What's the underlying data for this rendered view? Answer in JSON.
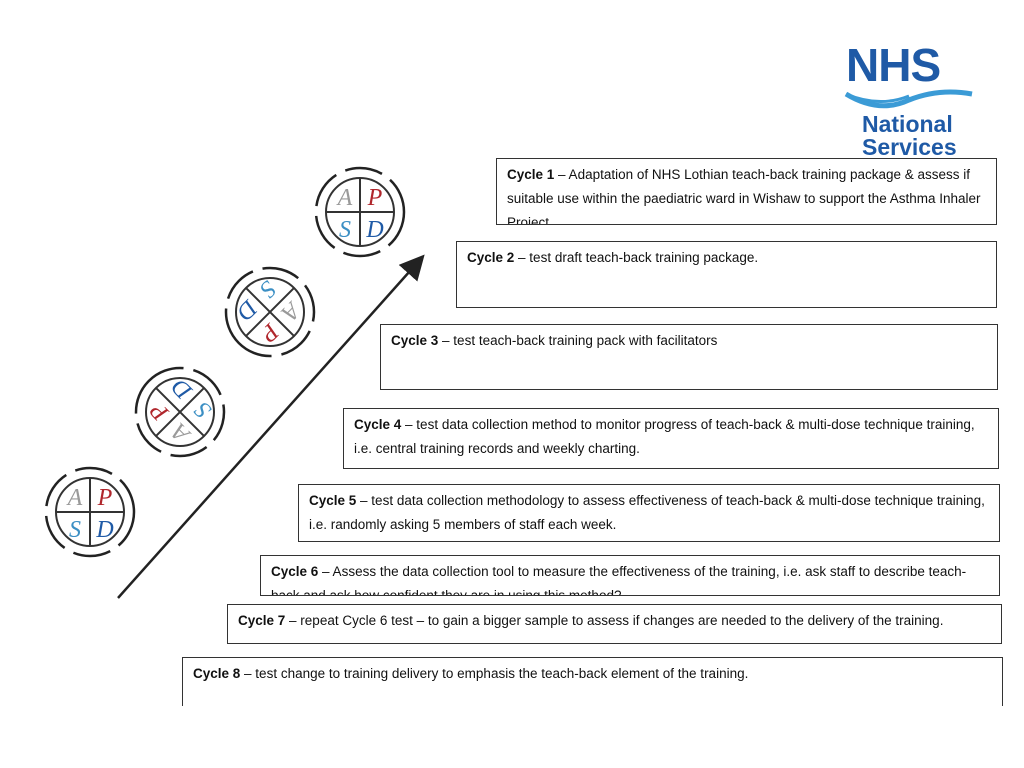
{
  "logo": {
    "line1": "NHS",
    "line2": "National",
    "line3": "Services"
  },
  "cycles": [
    {
      "label": "Cycle 8",
      "text": " – test change to training delivery to emphasis the teach-back element of the training."
    },
    {
      "label": "Cycle 7",
      "text": " – repeat Cycle 6 test – to gain a bigger sample to assess if changes are needed to the delivery of the training."
    },
    {
      "label": "Cycle 6",
      "text": " – Assess the data collection tool to measure the effectiveness of the training, i.e. ask staff to describe teach-back and ask how confident they are in using this method?"
    },
    {
      "label": "Cycle 5",
      "text": " – test data collection methodology to assess effectiveness of teach-back & multi-dose technique training, i.e. randomly asking 5 members of staff each week."
    },
    {
      "label": "Cycle 4",
      "text": " – test data collection method to monitor progress of teach-back & multi-dose technique training, i.e. central training records and weekly charting."
    },
    {
      "label": "Cycle 3",
      "text": " – test teach-back training pack with facilitators"
    },
    {
      "label": "Cycle 2",
      "text": " – test draft teach-back training package."
    },
    {
      "label": "Cycle 1",
      "text": " – Adaptation of NHS Lothian teach-back training package & assess if suitable use within the paediatric ward in Wishaw to support the Asthma Inhaler Project."
    }
  ],
  "pdsa": {
    "a": "A",
    "p": "P",
    "s": "S",
    "d": "D"
  },
  "colors": {
    "nhs_blue": "#1f5aa6",
    "p_red": "#b0262c",
    "s_blue": "#3b8fc4",
    "d_blue": "#1f5aa6",
    "a_gray": "#9a9a9a"
  }
}
